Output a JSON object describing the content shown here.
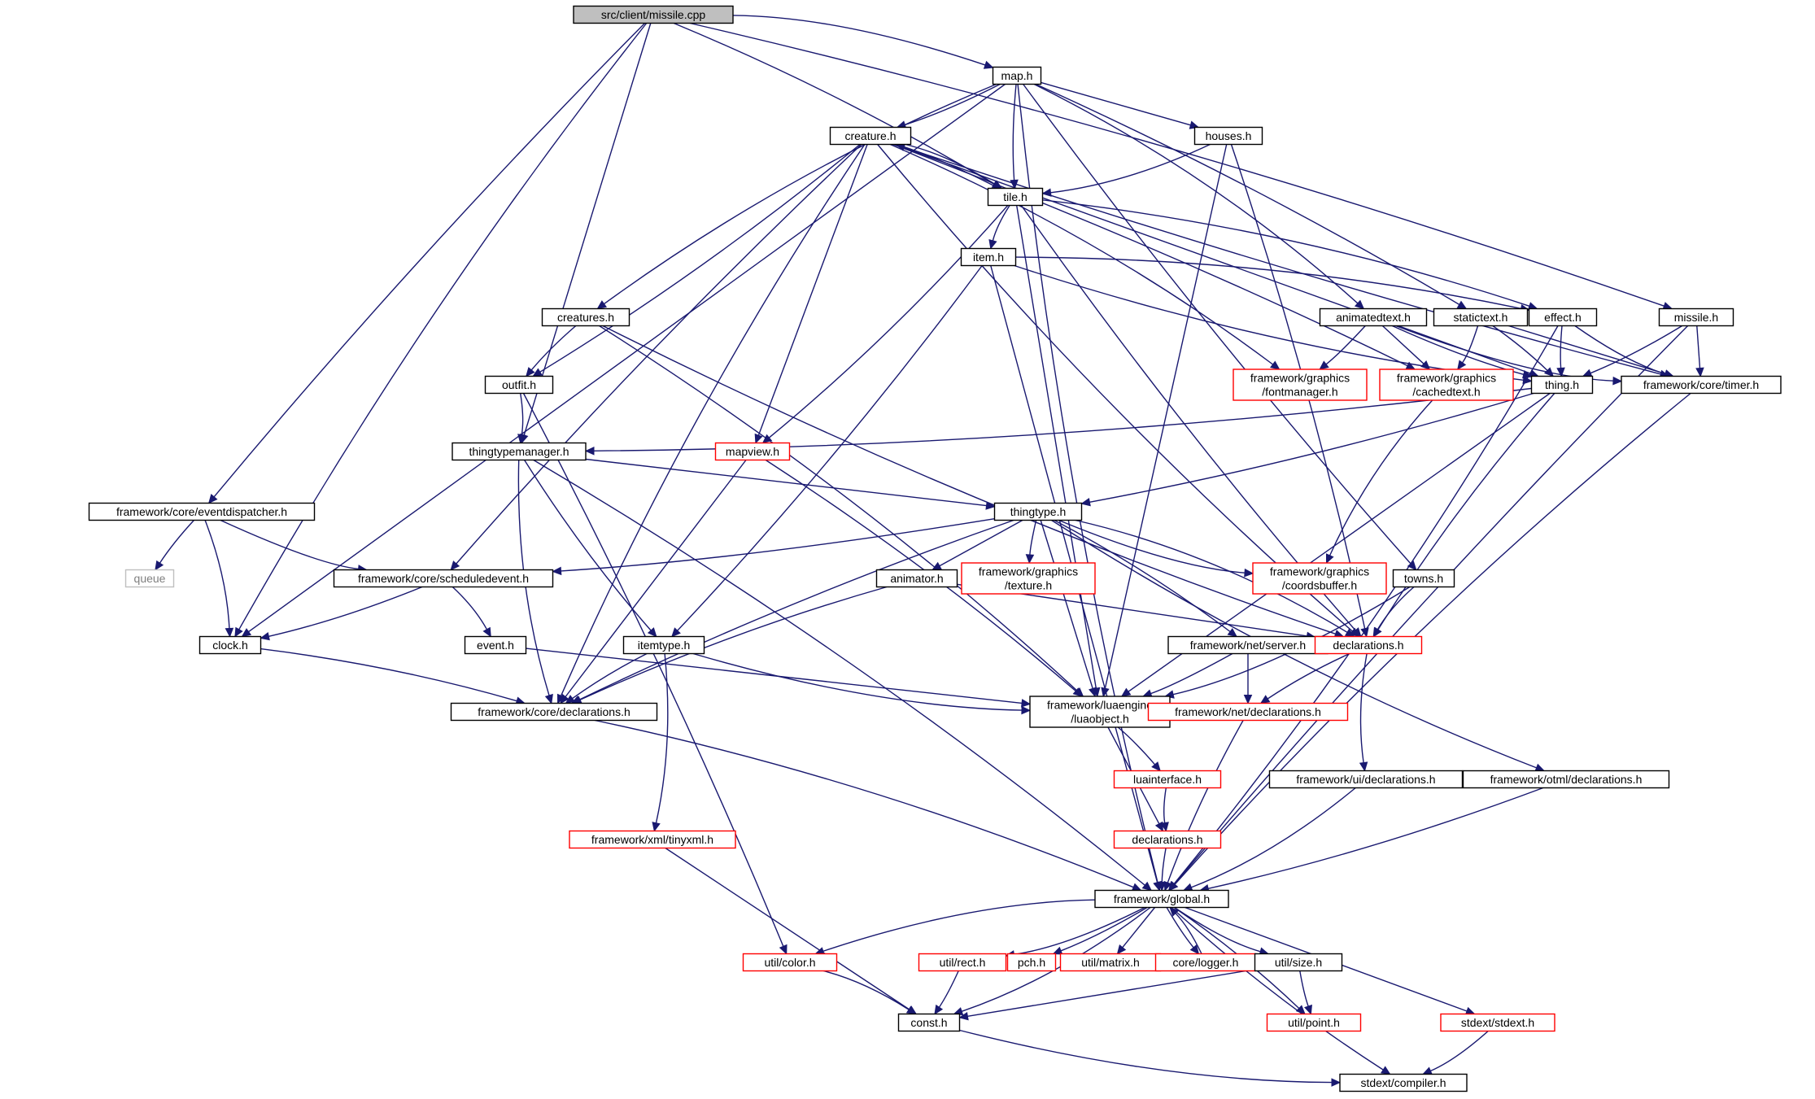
{
  "graph": {
    "nodes": [
      {
        "id": "root",
        "lines": [
          "src/client/missile.cpp"
        ],
        "style": "root"
      },
      {
        "id": "map_h",
        "lines": [
          "map.h"
        ],
        "style": "normal"
      },
      {
        "id": "creature_h",
        "lines": [
          "creature.h"
        ],
        "style": "normal"
      },
      {
        "id": "houses_h",
        "lines": [
          "houses.h"
        ],
        "style": "normal"
      },
      {
        "id": "tile_h",
        "lines": [
          "tile.h"
        ],
        "style": "normal"
      },
      {
        "id": "item_h",
        "lines": [
          "item.h"
        ],
        "style": "normal"
      },
      {
        "id": "creatures_h",
        "lines": [
          "creatures.h"
        ],
        "style": "normal"
      },
      {
        "id": "animatedtext_h",
        "lines": [
          "animatedtext.h"
        ],
        "style": "normal"
      },
      {
        "id": "statictext_h",
        "lines": [
          "statictext.h"
        ],
        "style": "normal"
      },
      {
        "id": "effect_h",
        "lines": [
          "effect.h"
        ],
        "style": "normal"
      },
      {
        "id": "missile_h",
        "lines": [
          "missile.h"
        ],
        "style": "normal"
      },
      {
        "id": "fontmanager_h",
        "lines": [
          "framework/graphics",
          "/fontmanager.h"
        ],
        "style": "trunc"
      },
      {
        "id": "cachedtext_h",
        "lines": [
          "framework/graphics",
          "/cachedtext.h"
        ],
        "style": "trunc"
      },
      {
        "id": "thing_h",
        "lines": [
          "thing.h"
        ],
        "style": "normal"
      },
      {
        "id": "timer_h",
        "lines": [
          "framework/core/timer.h"
        ],
        "style": "normal"
      },
      {
        "id": "outfit_h",
        "lines": [
          "outfit.h"
        ],
        "style": "normal"
      },
      {
        "id": "thingtypemanager_h",
        "lines": [
          "thingtypemanager.h"
        ],
        "style": "normal"
      },
      {
        "id": "mapview_h",
        "lines": [
          "mapview.h"
        ],
        "style": "trunc"
      },
      {
        "id": "eventdispatcher_h",
        "lines": [
          "framework/core/eventdispatcher.h"
        ],
        "style": "normal"
      },
      {
        "id": "queue",
        "lines": [
          "queue"
        ],
        "style": "sys"
      },
      {
        "id": "thingtype_h",
        "lines": [
          "thingtype.h"
        ],
        "style": "normal"
      },
      {
        "id": "scheduledevent_h",
        "lines": [
          "framework/core/scheduledevent.h"
        ],
        "style": "normal"
      },
      {
        "id": "animator_h",
        "lines": [
          "animator.h"
        ],
        "style": "normal"
      },
      {
        "id": "texture_h",
        "lines": [
          "framework/graphics",
          "/texture.h"
        ],
        "style": "trunc"
      },
      {
        "id": "coordsbuffer_h",
        "lines": [
          "framework/graphics",
          "/coordsbuffer.h"
        ],
        "style": "trunc"
      },
      {
        "id": "towns_h",
        "lines": [
          "towns.h"
        ],
        "style": "normal"
      },
      {
        "id": "clock_h",
        "lines": [
          "clock.h"
        ],
        "style": "normal"
      },
      {
        "id": "event_h",
        "lines": [
          "event.h"
        ],
        "style": "normal"
      },
      {
        "id": "itemtype_h",
        "lines": [
          "itemtype.h"
        ],
        "style": "normal"
      },
      {
        "id": "server_h",
        "lines": [
          "framework/net/server.h"
        ],
        "style": "normal"
      },
      {
        "id": "declarations_h",
        "lines": [
          "declarations.h"
        ],
        "style": "trunc"
      },
      {
        "id": "core_declarations_h",
        "lines": [
          "framework/core/declarations.h"
        ],
        "style": "normal"
      },
      {
        "id": "luaobject_h",
        "lines": [
          "framework/luaengine",
          "/luaobject.h"
        ],
        "style": "normal"
      },
      {
        "id": "net_declarations_h",
        "lines": [
          "framework/net/declarations.h"
        ],
        "style": "trunc"
      },
      {
        "id": "luainterface_h",
        "lines": [
          "luainterface.h"
        ],
        "style": "trunc"
      },
      {
        "id": "ui_declarations_h",
        "lines": [
          "framework/ui/declarations.h"
        ],
        "style": "normal"
      },
      {
        "id": "otml_declarations_h",
        "lines": [
          "framework/otml/declarations.h"
        ],
        "style": "normal"
      },
      {
        "id": "tinyxml_h",
        "lines": [
          "framework/xml/tinyxml.h"
        ],
        "style": "trunc"
      },
      {
        "id": "declarations2_h",
        "lines": [
          "declarations.h"
        ],
        "style": "trunc"
      },
      {
        "id": "global_h",
        "lines": [
          "framework/global.h"
        ],
        "style": "normal"
      },
      {
        "id": "color_h",
        "lines": [
          "util/color.h"
        ],
        "style": "trunc"
      },
      {
        "id": "rect_h",
        "lines": [
          "util/rect.h"
        ],
        "style": "trunc"
      },
      {
        "id": "pch_h",
        "lines": [
          "pch.h"
        ],
        "style": "trunc"
      },
      {
        "id": "matrix_h",
        "lines": [
          "util/matrix.h"
        ],
        "style": "trunc"
      },
      {
        "id": "logger_h",
        "lines": [
          "core/logger.h"
        ],
        "style": "trunc"
      },
      {
        "id": "size_h",
        "lines": [
          "util/size.h"
        ],
        "style": "normal"
      },
      {
        "id": "const_h",
        "lines": [
          "const.h"
        ],
        "style": "normal"
      },
      {
        "id": "point_h",
        "lines": [
          "util/point.h"
        ],
        "style": "trunc"
      },
      {
        "id": "stdext_h",
        "lines": [
          "stdext/stdext.h"
        ],
        "style": "trunc"
      },
      {
        "id": "compiler_h",
        "lines": [
          "stdext/compiler.h"
        ],
        "style": "normal"
      }
    ],
    "edges": [
      [
        "root",
        "map_h"
      ],
      [
        "root",
        "tile_h"
      ],
      [
        "root",
        "thingtypemanager_h"
      ],
      [
        "root",
        "eventdispatcher_h"
      ],
      [
        "root",
        "clock_h"
      ],
      [
        "root",
        "missile_h"
      ],
      [
        "map_h",
        "creature_h"
      ],
      [
        "map_h",
        "houses_h"
      ],
      [
        "map_h",
        "tile_h"
      ],
      [
        "map_h",
        "creatures_h"
      ],
      [
        "map_h",
        "animatedtext_h"
      ],
      [
        "map_h",
        "statictext_h"
      ],
      [
        "map_h",
        "clock_h"
      ],
      [
        "map_h",
        "towns_h"
      ],
      [
        "map_h",
        "global_h"
      ],
      [
        "creature_h",
        "tile_h"
      ],
      [
        "creature_h",
        "outfit_h"
      ],
      [
        "creature_h",
        "mapview_h"
      ],
      [
        "creature_h",
        "scheduledevent_h"
      ],
      [
        "creature_h",
        "core_declarations_h"
      ],
      [
        "creature_h",
        "fontmanager_h"
      ],
      [
        "creature_h",
        "cachedtext_h"
      ],
      [
        "creature_h",
        "thing_h"
      ],
      [
        "creature_h",
        "timer_h"
      ],
      [
        "creature_h",
        "declarations_h"
      ],
      [
        "houses_h",
        "tile_h"
      ],
      [
        "houses_h",
        "declarations_h"
      ],
      [
        "houses_h",
        "luaobject_h"
      ],
      [
        "tile_h",
        "creature_h"
      ],
      [
        "tile_h",
        "item_h"
      ],
      [
        "tile_h",
        "effect_h"
      ],
      [
        "tile_h",
        "mapview_h"
      ],
      [
        "tile_h",
        "luaobject_h"
      ],
      [
        "tile_h",
        "declarations_h"
      ],
      [
        "item_h",
        "thing_h"
      ],
      [
        "item_h",
        "effect_h"
      ],
      [
        "item_h",
        "itemtype_h"
      ],
      [
        "item_h",
        "global_h"
      ],
      [
        "creatures_h",
        "outfit_h"
      ],
      [
        "creatures_h",
        "declarations_h"
      ],
      [
        "creatures_h",
        "luaobject_h"
      ],
      [
        "animatedtext_h",
        "fontmanager_h"
      ],
      [
        "animatedtext_h",
        "cachedtext_h"
      ],
      [
        "animatedtext_h",
        "thing_h"
      ],
      [
        "animatedtext_h",
        "timer_h"
      ],
      [
        "statictext_h",
        "cachedtext_h"
      ],
      [
        "statictext_h",
        "thing_h"
      ],
      [
        "statictext_h",
        "timer_h"
      ],
      [
        "effect_h",
        "thing_h"
      ],
      [
        "effect_h",
        "timer_h"
      ],
      [
        "effect_h",
        "global_h"
      ],
      [
        "missile_h",
        "thing_h"
      ],
      [
        "missile_h",
        "timer_h"
      ],
      [
        "missile_h",
        "global_h"
      ],
      [
        "cachedtext_h",
        "coordsbuffer_h"
      ],
      [
        "thing_h",
        "thingtypemanager_h"
      ],
      [
        "thing_h",
        "thingtype_h"
      ],
      [
        "thing_h",
        "luaobject_h"
      ],
      [
        "thing_h",
        "declarations_h"
      ],
      [
        "timer_h",
        "global_h"
      ],
      [
        "outfit_h",
        "thingtypemanager_h"
      ],
      [
        "outfit_h",
        "color_h"
      ],
      [
        "thingtypemanager_h",
        "thingtype_h"
      ],
      [
        "thingtypemanager_h",
        "itemtype_h"
      ],
      [
        "thingtypemanager_h",
        "core_declarations_h"
      ],
      [
        "thingtypemanager_h",
        "global_h"
      ],
      [
        "mapview_h",
        "luaobject_h"
      ],
      [
        "mapview_h",
        "core_declarations_h"
      ],
      [
        "eventdispatcher_h",
        "queue"
      ],
      [
        "eventdispatcher_h",
        "scheduledevent_h"
      ],
      [
        "eventdispatcher_h",
        "clock_h"
      ],
      [
        "thingtype_h",
        "scheduledevent_h"
      ],
      [
        "thingtype_h",
        "animator_h"
      ],
      [
        "thingtype_h",
        "texture_h"
      ],
      [
        "thingtype_h",
        "coordsbuffer_h"
      ],
      [
        "thingtype_h",
        "declarations_h"
      ],
      [
        "thingtype_h",
        "server_h"
      ],
      [
        "thingtype_h",
        "luaobject_h"
      ],
      [
        "thingtype_h",
        "core_declarations_h"
      ],
      [
        "thingtype_h",
        "otml_declarations_h"
      ],
      [
        "scheduledevent_h",
        "event_h"
      ],
      [
        "scheduledevent_h",
        "clock_h"
      ],
      [
        "animator_h",
        "declarations_h"
      ],
      [
        "animator_h",
        "core_declarations_h"
      ],
      [
        "towns_h",
        "declarations_h"
      ],
      [
        "towns_h",
        "luaobject_h"
      ],
      [
        "clock_h",
        "core_declarations_h"
      ],
      [
        "event_h",
        "luaobject_h"
      ],
      [
        "itemtype_h",
        "core_declarations_h"
      ],
      [
        "itemtype_h",
        "luaobject_h"
      ],
      [
        "itemtype_h",
        "tinyxml_h"
      ],
      [
        "server_h",
        "luaobject_h"
      ],
      [
        "server_h",
        "net_declarations_h"
      ],
      [
        "declarations_h",
        "net_declarations_h"
      ],
      [
        "declarations_h",
        "ui_declarations_h"
      ],
      [
        "core_declarations_h",
        "global_h"
      ],
      [
        "luaobject_h",
        "luainterface_h"
      ],
      [
        "luaobject_h",
        "declarations2_h"
      ],
      [
        "net_declarations_h",
        "global_h"
      ],
      [
        "luainterface_h",
        "declarations2_h"
      ],
      [
        "ui_declarations_h",
        "global_h"
      ],
      [
        "otml_declarations_h",
        "global_h"
      ],
      [
        "tinyxml_h",
        "const_h"
      ],
      [
        "declarations2_h",
        "global_h"
      ],
      [
        "global_h",
        "color_h"
      ],
      [
        "global_h",
        "rect_h"
      ],
      [
        "global_h",
        "pch_h"
      ],
      [
        "global_h",
        "matrix_h"
      ],
      [
        "global_h",
        "logger_h"
      ],
      [
        "global_h",
        "size_h"
      ],
      [
        "global_h",
        "const_h"
      ],
      [
        "global_h",
        "point_h"
      ],
      [
        "global_h",
        "stdext_h"
      ],
      [
        "global_h",
        "compiler_h"
      ],
      [
        "logger_h",
        "global_h"
      ],
      [
        "color_h",
        "const_h"
      ],
      [
        "rect_h",
        "const_h"
      ],
      [
        "size_h",
        "const_h"
      ],
      [
        "size_h",
        "point_h"
      ],
      [
        "const_h",
        "compiler_h"
      ],
      [
        "stdext_h",
        "compiler_h"
      ]
    ]
  }
}
